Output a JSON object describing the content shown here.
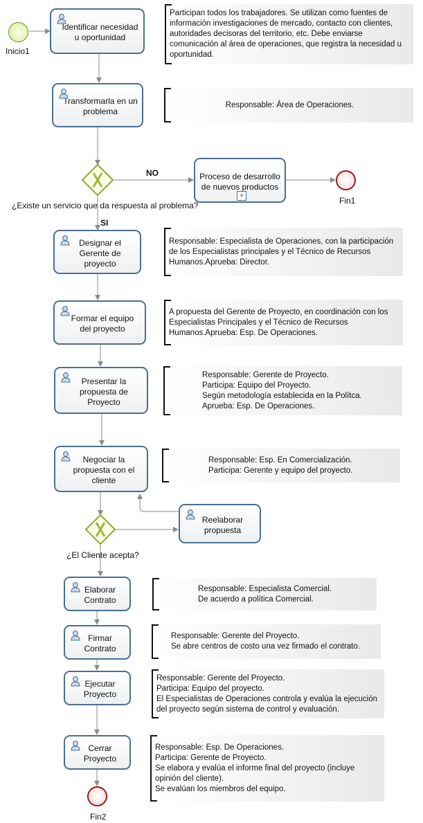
{
  "events": {
    "start": "Inicio1",
    "end_new": "Fin1",
    "end_final": "Fin2"
  },
  "tasks": {
    "t1": "Identificar necesidad u oportunidad",
    "t2": "Transformarla en un problema",
    "t3": "Proceso de desarrollo de nuevos productos",
    "t4": "Designar el Gerente de proyecto",
    "t5": "Formar el equipo del proyecto",
    "t6": "Presentar la propuesta de Proyecto",
    "t7": "Negociar la propuesta con el cliente",
    "t8": "Reelaborar propuesta",
    "t9": "Elaborar Contrato",
    "t10": "Firmar Contrato",
    "t11": "Ejecutar Proyecto",
    "t12": "Cerrar Proyecto"
  },
  "gateways": {
    "g1": "¿Existe un servicio que  da respuesta al problema?",
    "g1_no": "NO",
    "g1_yes": "SI",
    "g2": "¿El Cliente acepta?"
  },
  "notes": {
    "n1": [
      "Participan todos los trabajadores. Se utilizan como fuentes de",
      "información investigaciones de mercado, contacto con clientes,",
      "autoridades decisoras del territorio, etc. Debe enviarse",
      "comunicación al área de operaciones, que registra la necesidad u",
      "oportunidad."
    ],
    "n2": [
      "Responsable: Área de Operaciones."
    ],
    "n3": [
      "Responsable: Especialista de Operaciones, con la participación",
      "de los Especialistas principales y el Técnico de Recursos",
      "Humanos.Aprueba: Director."
    ],
    "n4": [
      "A propuesta del Gerente de Proyecto, en coordinación con los",
      "Especialistas Principales y el Técnico de Recursos",
      "Humanos.Aprueba: Esp. De Operaciones."
    ],
    "n5": [
      "Responsable: Gerente de Proyecto.",
      "Participa: Equipo del Proyecto.",
      "Según metodología establecida en la Polítca.",
      "Aprueba: Esp. De Operaciones."
    ],
    "n6": [
      "Responsable: Esp. En Comercialización.",
      "Participa: Gerente y equipo del proyecto."
    ],
    "n7": [
      "Responsable: Especialista Comercial.",
      "De acuerdo a política Comercial."
    ],
    "n8": [
      "Responsable: Gerente del Proyecto.",
      "Se abre centros de costo una vez firmado el contrato."
    ],
    "n9": [
      "Responsable: Gerente del Proyecto.",
      "Participa: Equipo del proyecto.",
      "El Especialistas de Operaciones controla y evalúa la ejecución",
      "del proyecto según sistema de control y evaluación."
    ],
    "n10": [
      "Responsable: Esp. De Operaciones.",
      "Participa: Gerente de Proyecto.",
      "Se elabora y evalúa el informe final del proyecto (incluye",
      "opinión del cliente).",
      "Se evalúan los miembros del equipo."
    ]
  },
  "colors": {
    "task_border": "#4a6f91",
    "gateway_border": "#8ea832",
    "start_border": "#6e8f2a",
    "end_border": "#9c1a1a",
    "flow": "#8a8a8a"
  }
}
